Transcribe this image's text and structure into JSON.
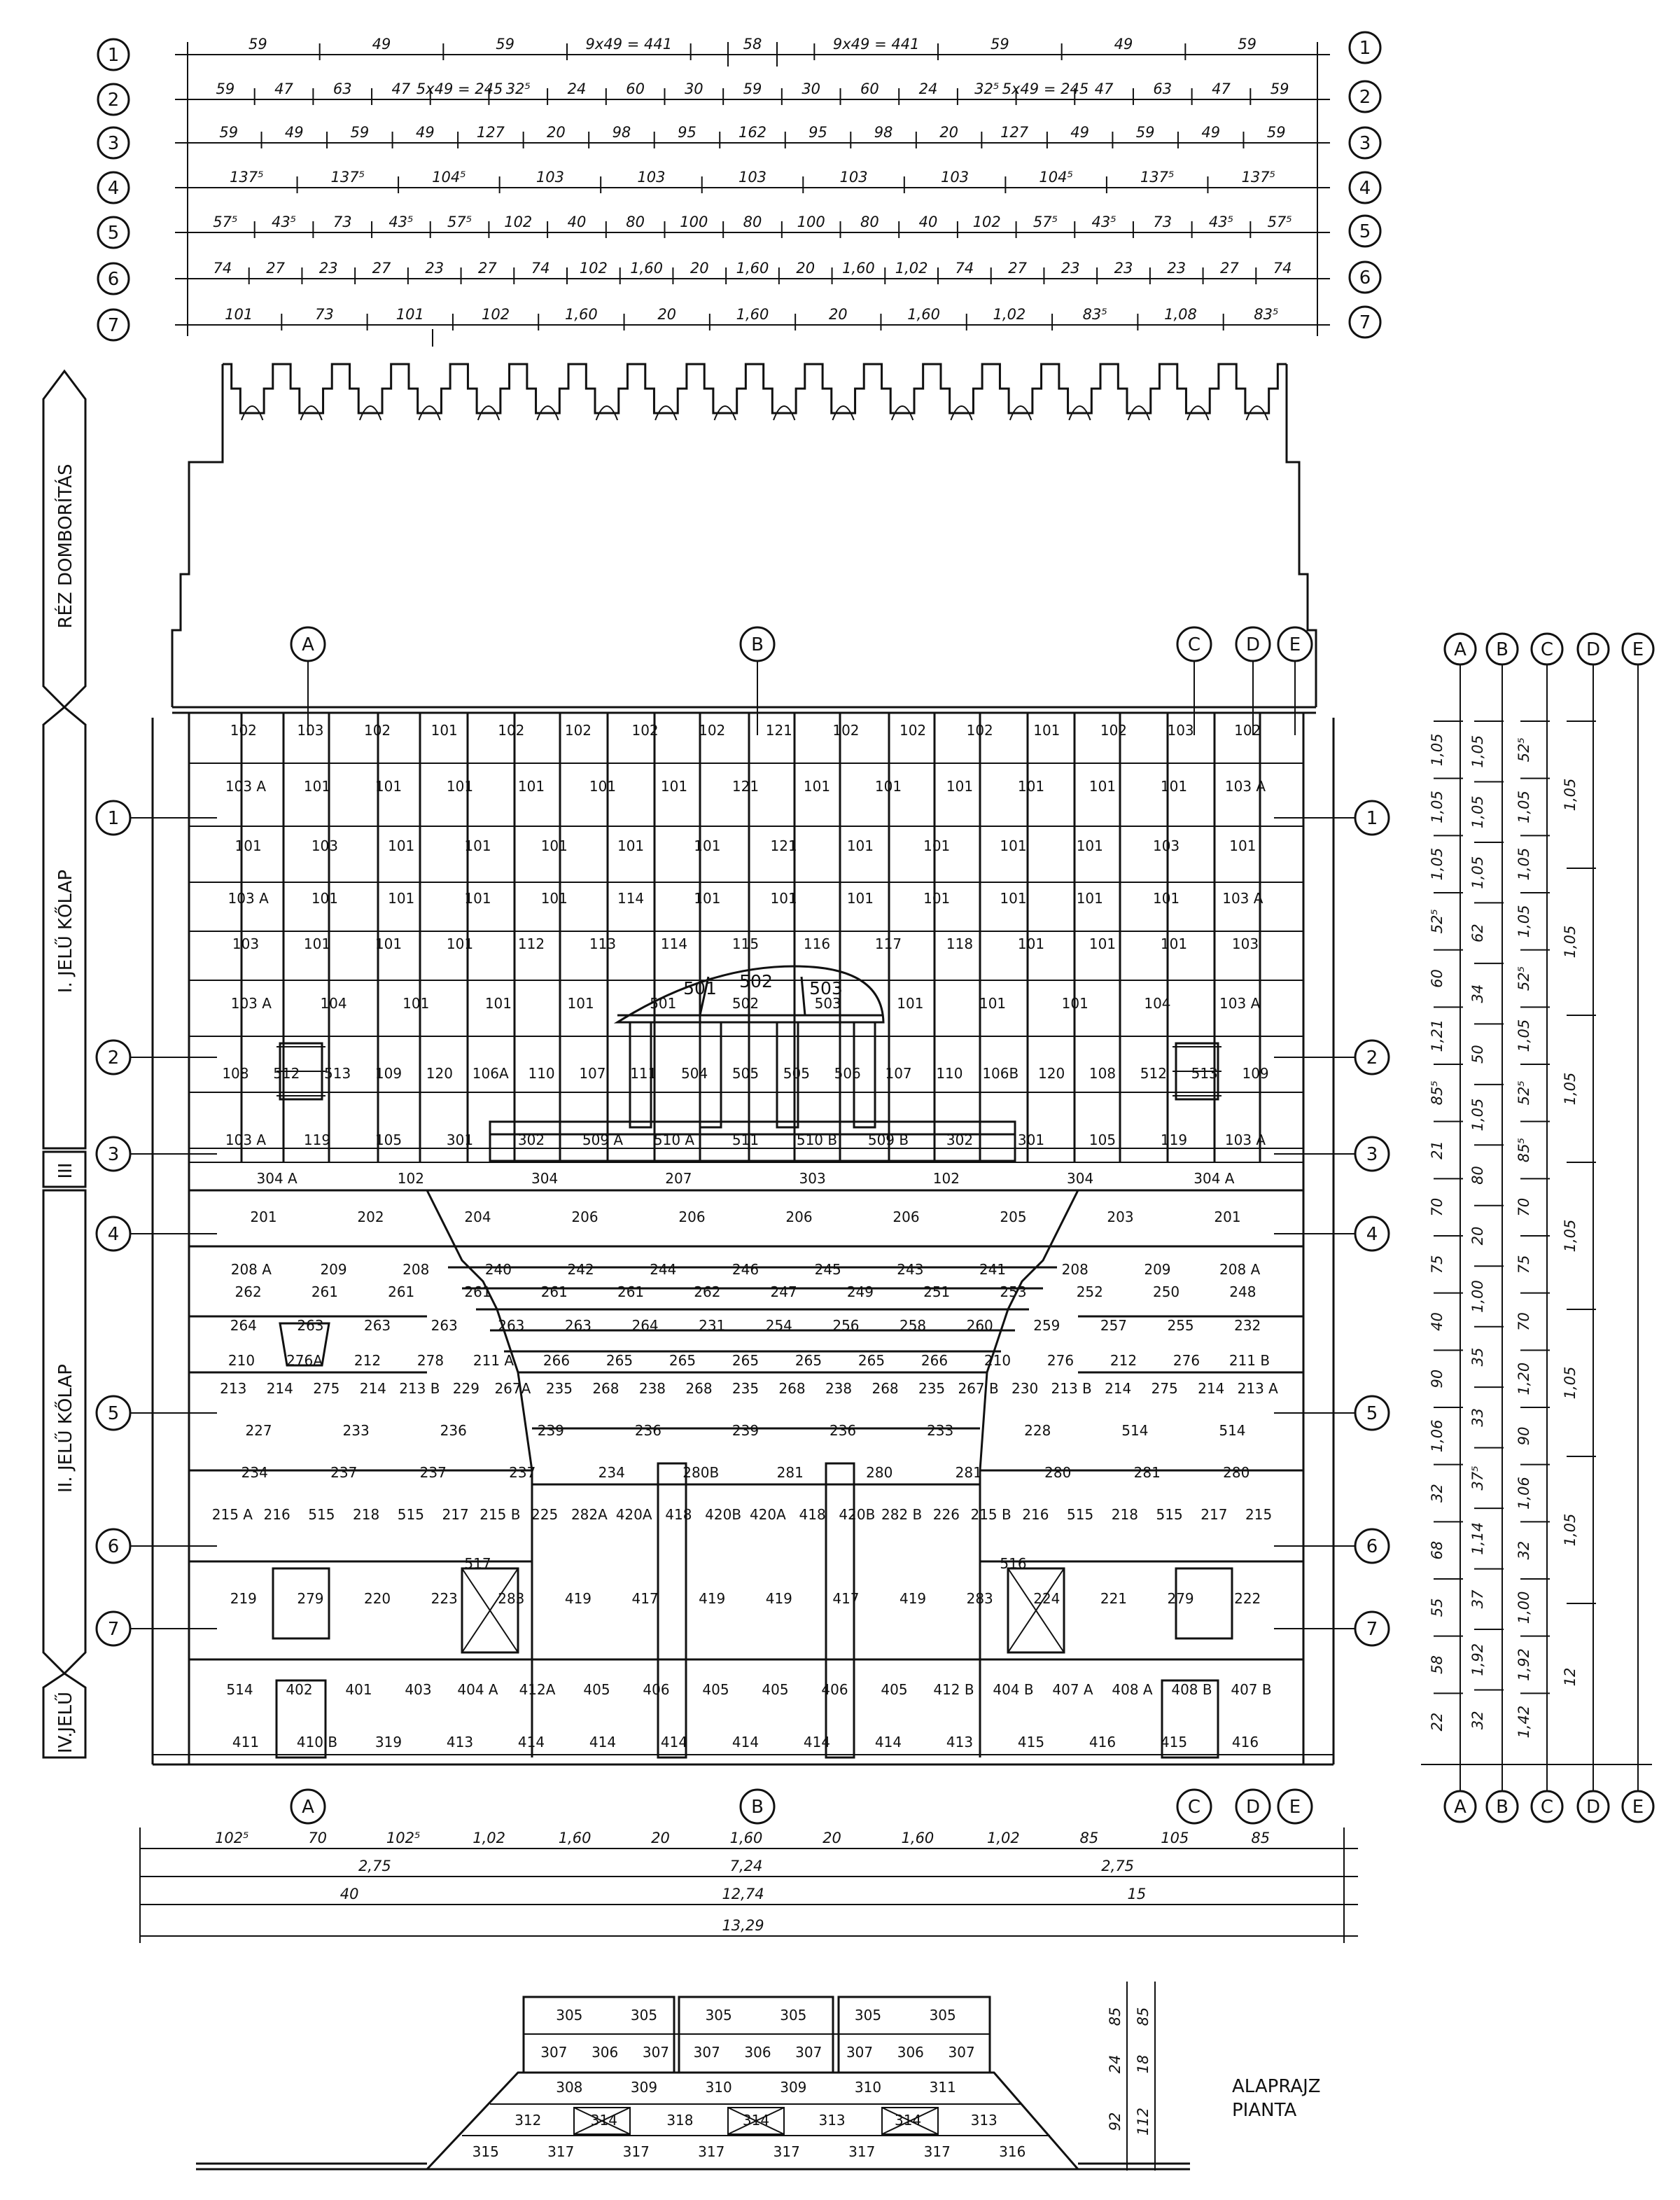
{
  "title_block": {
    "line1": "ALAPRAJZ",
    "line2": "PIANTA"
  },
  "side_bands": {
    "band1": "RÉZ DOMBORÍTÁS",
    "band2": "I. JELŰ KŐLAP",
    "band3": "II. JELŰ KŐLAP",
    "band4": "IV.JELŰ",
    "divider": "III"
  },
  "row_markers": [
    "1",
    "2",
    "3",
    "4",
    "5",
    "6",
    "7"
  ],
  "axes": [
    "A",
    "B",
    "C",
    "D",
    "E"
  ],
  "top_dimension_rows": [
    [
      "59",
      "49",
      "59",
      "9x49 = 441",
      "58",
      "9x49 = 441",
      "59",
      "49",
      "59"
    ],
    [
      "59",
      "47",
      "63",
      "47",
      "5x49 = 245",
      "32⁵",
      "24",
      "60",
      "30",
      "59",
      "30",
      "60",
      "24",
      "32⁵",
      "5x49 = 245",
      "47",
      "63",
      "47",
      "59"
    ],
    [
      "59",
      "49",
      "59",
      "49",
      "127",
      "20",
      "98",
      "95",
      "162",
      "95",
      "98",
      "20",
      "127",
      "49",
      "59",
      "49",
      "59"
    ],
    [
      "137⁵",
      "137⁵",
      "104⁵",
      "103",
      "103",
      "103",
      "103",
      "103",
      "104⁵",
      "137⁵",
      "137⁵"
    ],
    [
      "57⁵",
      "43⁵",
      "73",
      "43⁵",
      "57⁵",
      "102",
      "40",
      "80",
      "100",
      "80",
      "100",
      "80",
      "40",
      "102",
      "57⁵",
      "43⁵",
      "73",
      "43⁵",
      "57⁵"
    ],
    [
      "74",
      "27",
      "23",
      "27",
      "23",
      "27",
      "74",
      "102",
      "1,60",
      "20",
      "1,60",
      "20",
      "1,60",
      "1,02",
      "74",
      "27",
      "23",
      "23",
      "23",
      "27",
      "74"
    ],
    [
      "101",
      "73",
      "101",
      "102",
      "1,60",
      "20",
      "1,60",
      "20",
      "1,60",
      "1,02",
      "83⁵",
      "1,08",
      "83⁵"
    ]
  ],
  "bottom_dimensions": {
    "row1": [
      "102⁵",
      "70",
      "102⁵",
      "1,02",
      "1,60",
      "20",
      "1,60",
      "20",
      "1,60",
      "1,02",
      "85",
      "105",
      "85"
    ],
    "row2": [
      "2,75",
      "7,24",
      "2,75"
    ],
    "row3": [
      "40",
      "12,74",
      "15"
    ],
    "row4": [
      "13,29"
    ]
  },
  "right_dimensions": {
    "col1": [
      "1,05",
      "1,05",
      "1,05",
      "52⁵",
      "60",
      "1,21",
      "85⁵",
      "21",
      "70",
      "75",
      "40",
      "90",
      "1,06",
      "32",
      "68",
      "55",
      "58",
      "22"
    ],
    "col2": [
      "1,05",
      "1,05",
      "1,05",
      "62",
      "34",
      "50",
      "1,05",
      "80",
      "20",
      "1,00",
      "35",
      "33",
      "37⁵",
      "1,14",
      "37",
      "1,92",
      "32"
    ],
    "col3": [
      "52⁵",
      "1,05",
      "1,05",
      "1,05",
      "52⁵",
      "1,05",
      "52⁵",
      "85⁵",
      "70",
      "75",
      "70",
      "1,20",
      "90",
      "1,06",
      "32",
      "1,00",
      "1,92",
      "1,42"
    ],
    "col4": [
      "1,05",
      "1,05",
      "1,05",
      "1,05",
      "1,05",
      "1,05",
      "12"
    ]
  },
  "plan_dimensions": [
    "85",
    "85",
    "24",
    "18",
    "92",
    "112"
  ],
  "stones": {
    "row_a": [
      "102",
      "103",
      "102",
      "101",
      "102",
      "102",
      "102",
      "102",
      "121",
      "102",
      "102",
      "102",
      "101",
      "102",
      "103",
      "102"
    ],
    "row_b": [
      "103 A",
      "101",
      "101",
      "101",
      "101",
      "101",
      "101",
      "121",
      "101",
      "101",
      "101",
      "101",
      "101",
      "101",
      "103 A"
    ],
    "row_c": [
      "101",
      "103",
      "101",
      "101",
      "101",
      "101",
      "101",
      "121",
      "101",
      "101",
      "101",
      "101",
      "103",
      "101"
    ],
    "row_d": [
      "103 A",
      "101",
      "101",
      "101",
      "101",
      "114",
      "101",
      "101",
      "101",
      "101",
      "101",
      "101",
      "101",
      "103 A"
    ],
    "row_e": [
      "103",
      "101",
      "101",
      "101",
      "112",
      "113",
      "114",
      "115",
      "116",
      "117",
      "118",
      "101",
      "101",
      "101",
      "103"
    ],
    "row_f": [
      "103 A",
      "104",
      "101",
      "101",
      "101",
      "501",
      "502",
      "503",
      "101",
      "101",
      "101",
      "104",
      "103 A"
    ],
    "row_g": [
      "108",
      "512",
      "513",
      "109",
      "120",
      "106A",
      "110",
      "107",
      "111",
      "504",
      "505",
      "505",
      "506",
      "107",
      "110",
      "106B",
      "120",
      "108",
      "512",
      "513",
      "109"
    ],
    "row_h": [
      "103 A",
      "119",
      "105",
      "301",
      "302",
      "509 A",
      "510 A",
      "511",
      "510 B",
      "509 B",
      "302",
      "301",
      "105",
      "119",
      "103 A"
    ],
    "row_i": [
      "304 A",
      "102",
      "304",
      "207",
      "303",
      "102",
      "304",
      "304 A"
    ],
    "band_4": [
      "201",
      "202",
      "204",
      "206",
      "206",
      "206",
      "206",
      "205",
      "203",
      "201"
    ],
    "band_4b": [
      "208 A",
      "209",
      "208",
      "240",
      "242",
      "244",
      "246",
      "245",
      "243",
      "241",
      "208",
      "209",
      "208 A"
    ],
    "band_4c": [
      "262",
      "261",
      "261",
      "261",
      "261",
      "261",
      "262",
      "247",
      "249",
      "251",
      "253",
      "252",
      "250",
      "248"
    ],
    "band_4d": [
      "264",
      "263",
      "263",
      "263",
      "263",
      "263",
      "264",
      "231",
      "254",
      "256",
      "258",
      "260",
      "259",
      "257",
      "255",
      "232"
    ],
    "band_5": [
      "210",
      "276A",
      "212",
      "278",
      "211 A",
      "266",
      "265",
      "265",
      "265",
      "265",
      "265",
      "266",
      "210",
      "276",
      "212",
      "276",
      "211 B"
    ],
    "band_5b": [
      "213",
      "214",
      "275",
      "214",
      "213 B",
      "229",
      "267A",
      "235",
      "268",
      "238",
      "268",
      "235",
      "268",
      "238",
      "268",
      "235",
      "267 B",
      "230",
      "213 B",
      "214",
      "275",
      "214",
      "213 A"
    ],
    "band_5c": [
      "227",
      "233",
      "236",
      "239",
      "236",
      "239",
      "236",
      "233",
      "228",
      "514",
      "514"
    ],
    "band_5d": [
      "234",
      "237",
      "237",
      "237",
      "234",
      "280B",
      "281",
      "280",
      "281",
      "280",
      "281",
      "280"
    ],
    "band_6": [
      "215 A",
      "216",
      "515",
      "218",
      "515",
      "217",
      "215 B",
      "225",
      "282A",
      "420A",
      "418",
      "420B",
      "420A",
      "418",
      "420B",
      "282 B",
      "226",
      "215 B",
      "216",
      "515",
      "218",
      "515",
      "217",
      "215"
    ],
    "band_6b": [
      "517",
      "516"
    ],
    "band_7": [
      "219",
      "279",
      "220",
      "223",
      "283",
      "419",
      "417",
      "419",
      "419",
      "417",
      "419",
      "283",
      "224",
      "221",
      "279",
      "222"
    ],
    "band_7b": [
      "514",
      "402",
      "401",
      "403",
      "404 A",
      "412A",
      "405",
      "406",
      "405",
      "405",
      "406",
      "405",
      "412 B",
      "404 B",
      "407 A",
      "408 A",
      "408 B",
      "407 B"
    ],
    "band_7c": [
      "411",
      "410 B",
      "319",
      "413",
      "414",
      "414",
      "414",
      "414",
      "414",
      "414",
      "413",
      "415",
      "416",
      "415",
      "416"
    ],
    "plan_row1": [
      "305",
      "305",
      "305",
      "305",
      "305",
      "305"
    ],
    "plan_row2": [
      "307",
      "306",
      "307",
      "307",
      "306",
      "307",
      "307",
      "306",
      "307"
    ],
    "plan_row3": [
      "308",
      "309",
      "310",
      "309",
      "310",
      "311"
    ],
    "plan_row4": [
      "312",
      "314",
      "318",
      "314",
      "313",
      "314",
      "313"
    ],
    "plan_row5": [
      "315",
      "317",
      "317",
      "317",
      "317",
      "317",
      "317",
      "316"
    ]
  }
}
